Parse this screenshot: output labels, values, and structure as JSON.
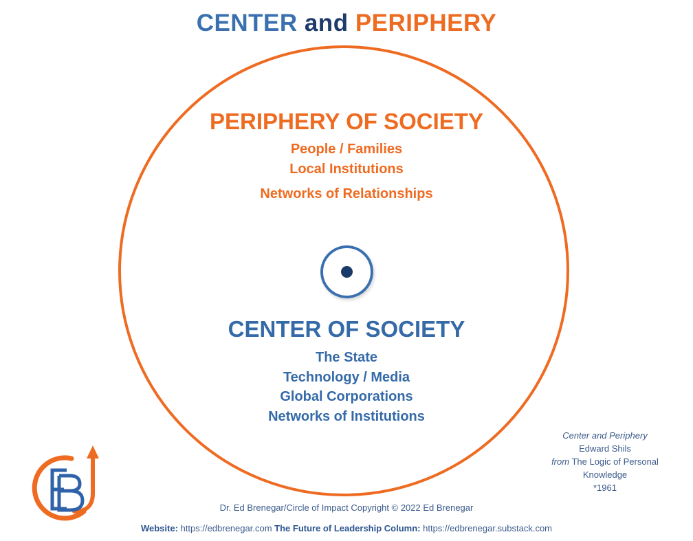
{
  "title": {
    "part1": "CENTER",
    "part2": "and",
    "part3": "PERIPHERY"
  },
  "periphery": {
    "heading": "PERIPHERY OF SOCIETY",
    "items": [
      "People / Families",
      "Local Institutions",
      "Networks of Relationships"
    ]
  },
  "center": {
    "heading": "CENTER OF SOCIETY",
    "items": [
      "The State",
      "Technology / Media",
      "Global Corporations",
      "Networks of Institutions"
    ]
  },
  "citation": {
    "work": "Center and Periphery",
    "author": "Edward Shils",
    "from_label": "from",
    "source": "The Logic of Personal Knowledge",
    "year": "*1961"
  },
  "logo": {
    "letters": "EB"
  },
  "footer": {
    "copyright": "Dr. Ed Brenegar/Circle of Impact Copyright © 2022 Ed Brenegar",
    "website_label": "Website",
    "website_url": "https://edbrenegar.com",
    "column_label": "The Future of Leadership Column:",
    "column_url": "https://edbrenegar.substack.com"
  },
  "colors": {
    "orange": "#ee6b22",
    "blue": "#356aa8",
    "navy": "#1f3b6b"
  }
}
